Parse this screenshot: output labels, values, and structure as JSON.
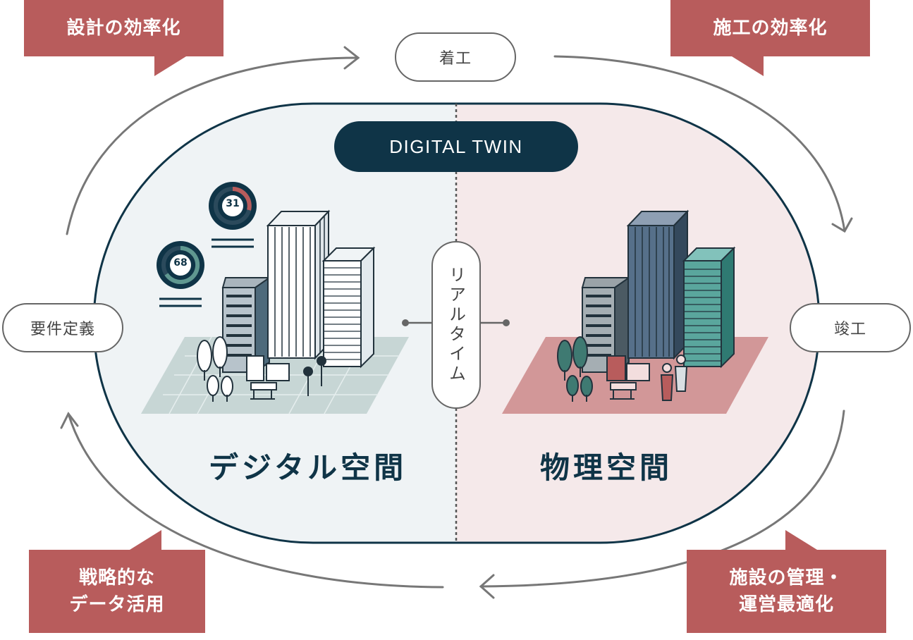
{
  "badge": "DIGITAL TWIN",
  "bridge": "リアルタイム",
  "spaces": {
    "digital": "デジタル空間",
    "physical": "物理空間"
  },
  "stages": {
    "start": "着工",
    "complete": "竣工",
    "requirements": "要件定義"
  },
  "callouts": {
    "design": "設計の効率化",
    "construction": "施工の効率化",
    "data": "戦略的な\nデータ活用",
    "facility": "施設の管理・\n運営最適化"
  },
  "gauges": {
    "upper": "31",
    "lower": "68"
  },
  "colors": {
    "navy": "#0f3447",
    "callout": "#b85c5c",
    "digital_bg": "#eff3f5",
    "physical_bg": "#f5e9ea",
    "ring_teal": "#5f9790",
    "ring_red": "#b85c5c"
  }
}
